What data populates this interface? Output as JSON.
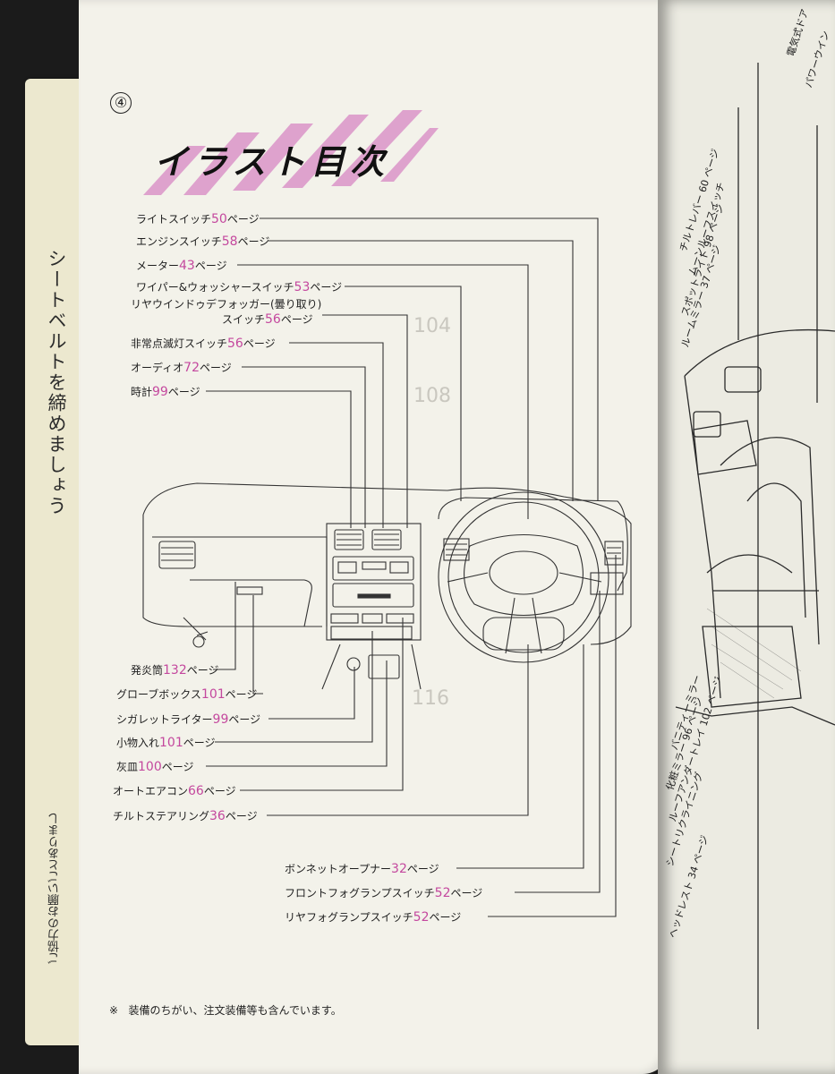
{
  "tab": {
    "upper_text": "シートベルトを締めましょう",
    "lower_text": "ご協力のお願いごとありまし"
  },
  "page": {
    "number": "④",
    "title": "イラスト目次",
    "footnote_mark": "※",
    "footnote": "装備のちがい、注文装備等も含んでいます。"
  },
  "labels_top": [
    {
      "text": "ライトスイッチ",
      "num": "50",
      "unit": "ページ"
    },
    {
      "text": "エンジンスイッチ",
      "num": "58",
      "unit": "ページ"
    },
    {
      "text": "メーター",
      "num": "43",
      "unit": "ページ"
    },
    {
      "text": "ワイパー&ウォッシャースイッチ",
      "num": "53",
      "unit": "ページ"
    },
    {
      "text": "リヤウインドゥデフォッガー(曇り取り)",
      "num": "",
      "unit": ""
    },
    {
      "text": "スイッチ",
      "num": "56",
      "unit": "ページ"
    },
    {
      "text": "非常点滅灯スイッチ",
      "num": "56",
      "unit": "ページ"
    },
    {
      "text": "オーディオ",
      "num": "72",
      "unit": "ページ"
    },
    {
      "text": "時計",
      "num": "99",
      "unit": "ページ"
    }
  ],
  "labels_bottom": [
    {
      "text": "発炎筒",
      "num": "132",
      "unit": "ページ"
    },
    {
      "text": "グローブボックス",
      "num": "101",
      "unit": "ページ"
    },
    {
      "text": "シガレットライター",
      "num": "99",
      "unit": "ページ"
    },
    {
      "text": "小物入れ",
      "num": "101",
      "unit": "ページ"
    },
    {
      "text": "灰皿",
      "num": "100",
      "unit": "ページ"
    },
    {
      "text": "オートエアコン",
      "num": "66",
      "unit": "ページ"
    },
    {
      "text": "チルトステアリング",
      "num": "36",
      "unit": "ページ"
    }
  ],
  "labels_right": [
    {
      "text": "ボンネットオープナー",
      "num": "32",
      "unit": "ページ"
    },
    {
      "text": "フロントフォグランプスイッチ",
      "num": "52",
      "unit": "ページ"
    },
    {
      "text": "リヤフォグランプスイッチ",
      "num": "52",
      "unit": "ページ"
    }
  ],
  "right_page": {
    "header_1": "電気式ドア",
    "header_2": "パワーウイン",
    "labels": [
      "チルトレバー 60 ページ",
      "ムーンルーフスイッチ",
      "スポットライト 98 ページ",
      "ルームミラー 37 ページ",
      "バニティーミラー",
      "化粧ミラー 96 ページ",
      "ルーフアンダートレイ 102 ページ",
      "シートリクライニング",
      "ヘッドレスト 34 ページ"
    ]
  },
  "colors": {
    "accent": "#c4489e",
    "stripe": "#d98fc7",
    "paper": "#f3f2ea"
  }
}
